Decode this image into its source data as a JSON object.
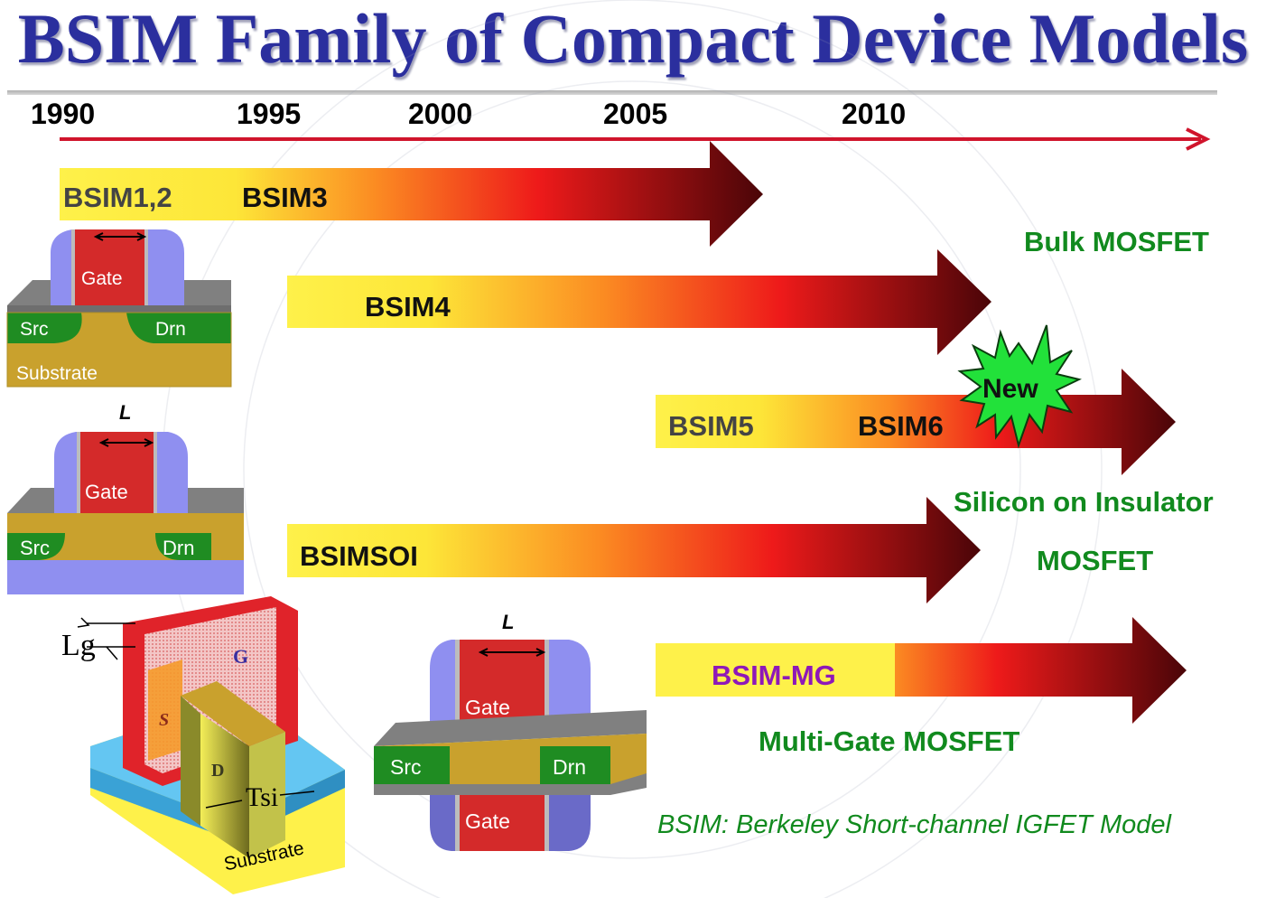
{
  "title": "BSIM Family of Compact Device Models",
  "timeline": {
    "years": [
      "1990",
      "1995",
      "2000",
      "2005",
      "2010"
    ]
  },
  "bars": {
    "bsim12": "BSIM1,2",
    "bsim3": "BSIM3",
    "bsim4": "BSIM4",
    "bsim5": "BSIM5",
    "bsim6": "BSIM6",
    "bsimsoi": "BSIMSOI",
    "bsimmg": "BSIM-MG"
  },
  "badge": "New",
  "categories": {
    "bulk": "Bulk MOSFET",
    "soi_line1": "Silicon on Insulator",
    "soi_line2": "MOSFET",
    "multigate": "Multi-Gate MOSFET"
  },
  "devices": {
    "gate": "Gate",
    "src": "Src",
    "drn": "Drn",
    "substrate": "Substrate",
    "length": "L",
    "finfet": {
      "lg": "Lg",
      "g": "G",
      "s": "S",
      "d": "D",
      "tsi": "Tsi",
      "substrate": "Substrate"
    }
  },
  "footnote": "BSIM: Berkeley Short-channel IGFET Model",
  "colors": {
    "title": "#2b2f9e",
    "category_text": "#118a1e",
    "bsimmg_text": "#8e18b8",
    "timeline_arrow": "#d0142c"
  }
}
